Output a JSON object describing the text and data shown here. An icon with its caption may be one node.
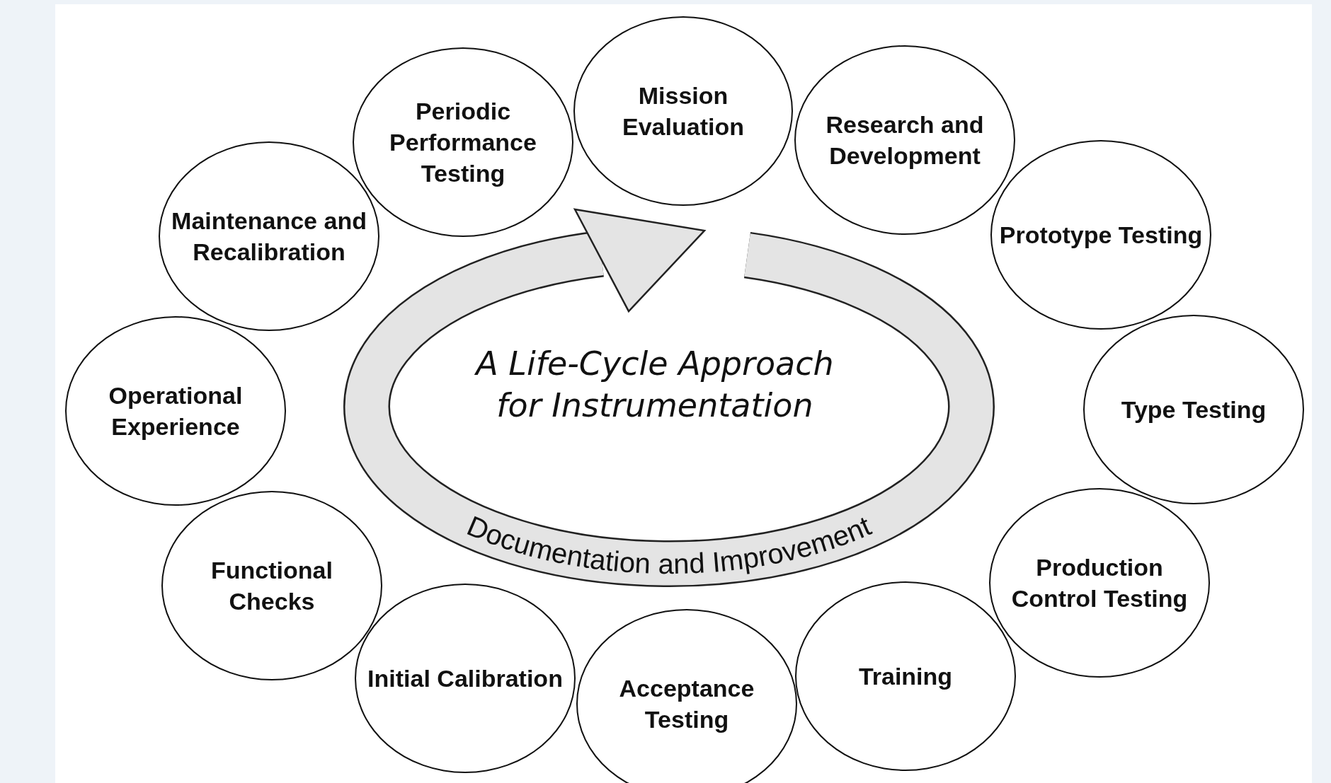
{
  "diagram": {
    "nodes": [
      {
        "text": [
          "Mission Evaluation"
        ]
      },
      {
        "text": [
          "Research and Development"
        ]
      },
      {
        "text": [
          "Prototype Testing"
        ]
      },
      {
        "text": [
          "Type Testing"
        ]
      },
      {
        "text": [
          "Production Control Testing"
        ]
      },
      {
        "text": [
          "Training"
        ]
      },
      {
        "text": [
          "Acceptance Testing"
        ]
      },
      {
        "text": [
          "Initial Calibration"
        ]
      },
      {
        "text": [
          "Functional Checks"
        ]
      },
      {
        "text": [
          "Operational Experience"
        ]
      },
      {
        "text": [
          "Maintenance and Recalibration"
        ]
      },
      {
        "text": [
          "Periodic Performance Testing"
        ]
      }
    ],
    "labels": [
      "A Life-Cycle Approach for Instrumentation",
      "Documentation and Improvement"
    ]
  }
}
